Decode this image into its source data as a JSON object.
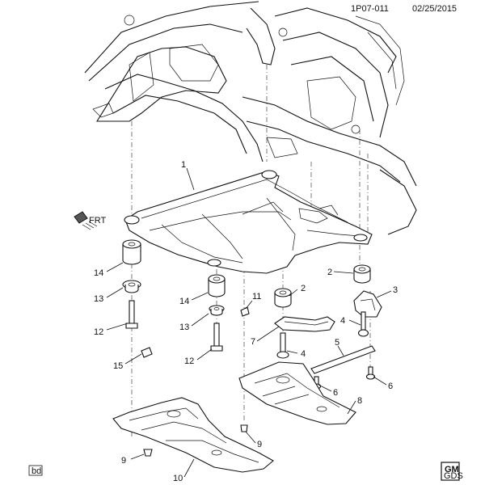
{
  "header": {
    "ref_code": "1P07-011",
    "date": "02/25/2015"
  },
  "footer": {
    "initials": "bd",
    "logo_line1": "GM",
    "logo_line2": "GDS"
  },
  "direction_label": "FRT",
  "callouts": {
    "c1": "1",
    "c2a": "2",
    "c2b": "2",
    "c3": "3",
    "c4a": "4",
    "c4b": "4",
    "c5": "5",
    "c6a": "6",
    "c6b": "6",
    "c7": "7",
    "c8": "8",
    "c9a": "9",
    "c9b": "9",
    "c10": "10",
    "c11": "11",
    "c12a": "12",
    "c12b": "12",
    "c13a": "13",
    "c13b": "13",
    "c14a": "14",
    "c14b": "14",
    "c15": "15"
  }
}
